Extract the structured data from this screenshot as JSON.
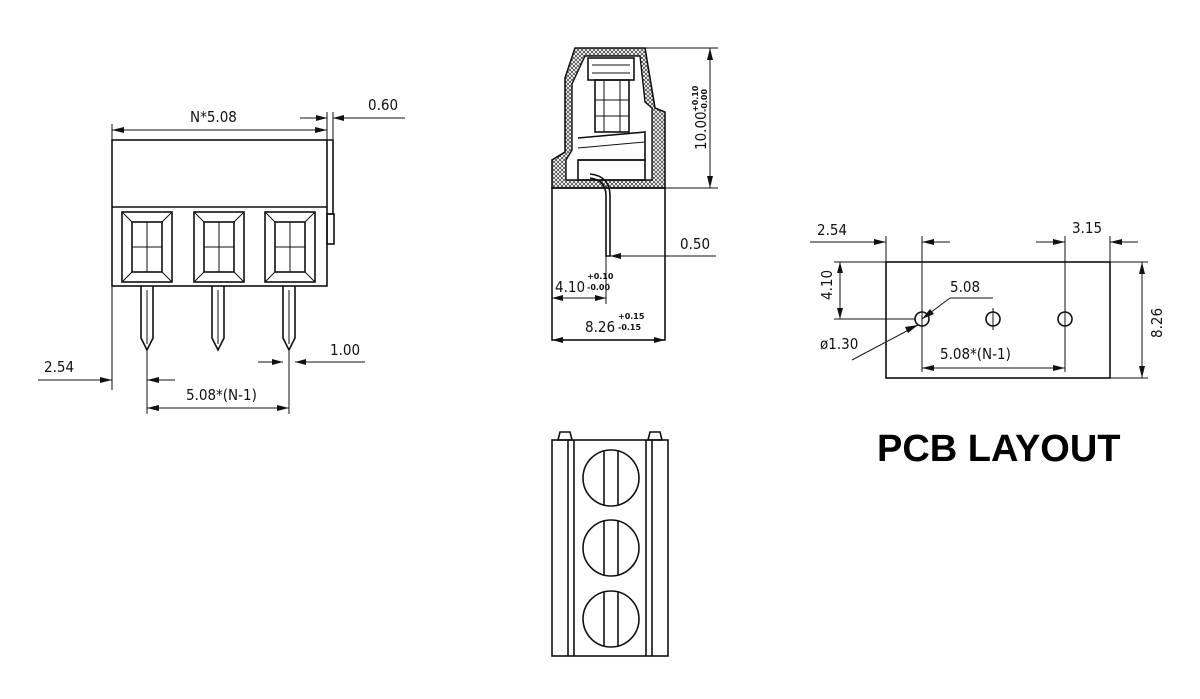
{
  "front_view": {
    "width_label": "N*5.08",
    "offset_label": "0.60",
    "left_edge_label": "2.54",
    "pitch_label": "5.08*(N-1)",
    "pin_label": "1.00"
  },
  "side_view": {
    "height_label": "10.00",
    "height_tol_plus": "+0.10",
    "height_tol_minus": "-0.00",
    "pin_label": "0.50",
    "depth_label": "4.10",
    "depth_tol_plus": "+0.10",
    "depth_tol_minus": "-0.00",
    "width_label": "8.26",
    "width_tol_plus": "+0.15",
    "width_tol_minus": "-0.15"
  },
  "pcb_layout": {
    "title": "PCB LAYOUT",
    "left_label": "2.54",
    "right_label": "3.15",
    "vertical_label": "4.10",
    "pitch_label": "5.08",
    "hole_label": "ø1.30",
    "span_label": "5.08*(N-1)",
    "height_label": "8.26"
  }
}
